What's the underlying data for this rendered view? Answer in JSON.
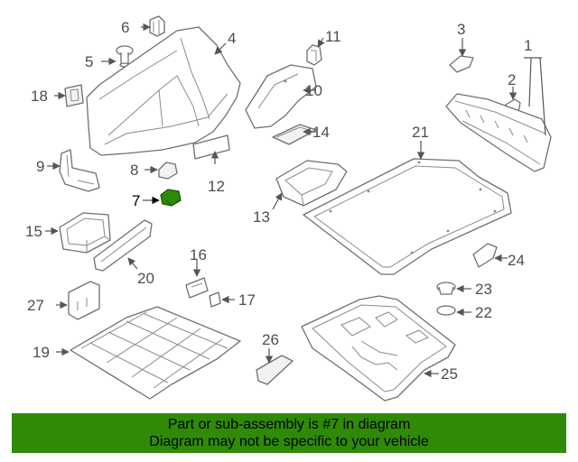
{
  "callouts": {
    "p1": "1",
    "p2": "2",
    "p3": "3",
    "p4": "4",
    "p5": "5",
    "p6": "6",
    "p7": "7",
    "p8": "8",
    "p9": "9",
    "p10": "10",
    "p11": "11",
    "p12": "12",
    "p13": "13",
    "p14": "14",
    "p15": "15",
    "p16": "16",
    "p17": "17",
    "p18": "18",
    "p19": "19",
    "p20": "20",
    "p21": "21",
    "p22": "22",
    "p23": "23",
    "p24": "24",
    "p25": "25",
    "p26": "26",
    "p27": "27"
  },
  "highlight": {
    "part": "7",
    "color": "#2f8a08"
  },
  "footer": {
    "line1": "Part or sub-assembly is #7 in diagram",
    "line2": "Diagram may not be specific to your vehicle",
    "background": "#2f8a08"
  }
}
